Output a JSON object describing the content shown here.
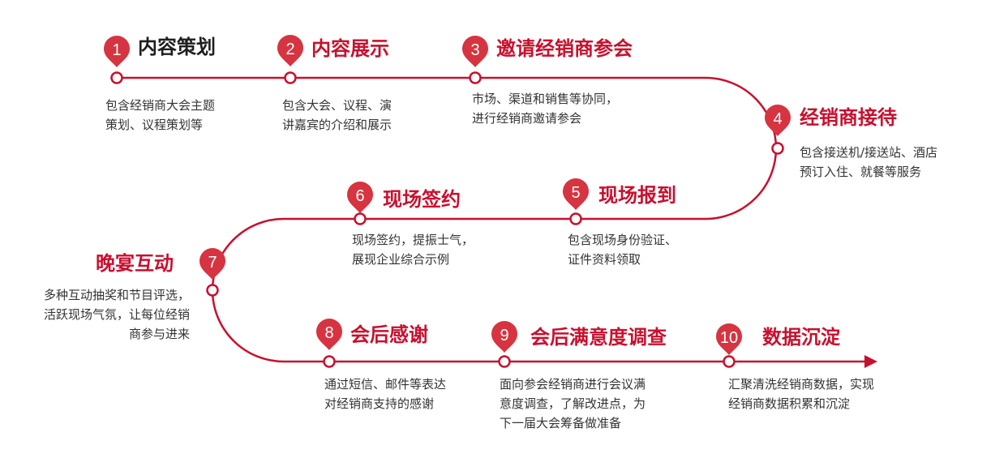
{
  "colors": {
    "accent": "#d63440",
    "title": "#1f1f1f",
    "title_accent": "#c8102e",
    "text": "#333333"
  },
  "steps": [
    {
      "number": "1",
      "title": "内容策划",
      "desc": [
        "包含经销商大会主题",
        "策划、议程策划等"
      ]
    },
    {
      "number": "2",
      "title": "内容展示",
      "desc": [
        "包含大会、议程、演",
        "讲嘉宾的介绍和展示"
      ]
    },
    {
      "number": "3",
      "title": "邀请经销商参会",
      "desc": [
        "市场、渠道和销售等协同，",
        "进行经销商邀请参会"
      ]
    },
    {
      "number": "4",
      "title": "经销商接待",
      "desc": [
        "包含接送机/接送站、酒店",
        "预订入住、就餐等服务"
      ]
    },
    {
      "number": "5",
      "title": "现场报到",
      "desc": [
        "包含现场身份验证、",
        "证件资料领取"
      ]
    },
    {
      "number": "6",
      "title": "现场签约",
      "desc": [
        "现场签约，提振士气，",
        "展现企业综合示例"
      ]
    },
    {
      "number": "7",
      "title": "晚宴互动",
      "desc": [
        "多种互动抽奖和节目评选，",
        "活跃现场气氛，让每位经销",
        "商参与进来"
      ]
    },
    {
      "number": "8",
      "title": "会后感谢",
      "desc": [
        "通过短信、邮件等表达",
        "对经销商支持的感谢"
      ]
    },
    {
      "number": "9",
      "title": "会后满意度调查",
      "desc": [
        "面向参会经销商进行会议满",
        "意度调查，了解改进点，为",
        "下一届大会筹备做准备"
      ]
    },
    {
      "number": "10",
      "title": "数据沉淀",
      "desc": [
        "汇聚清洗经销商数据，实现",
        "经销商数据积累和沉淀"
      ]
    }
  ]
}
